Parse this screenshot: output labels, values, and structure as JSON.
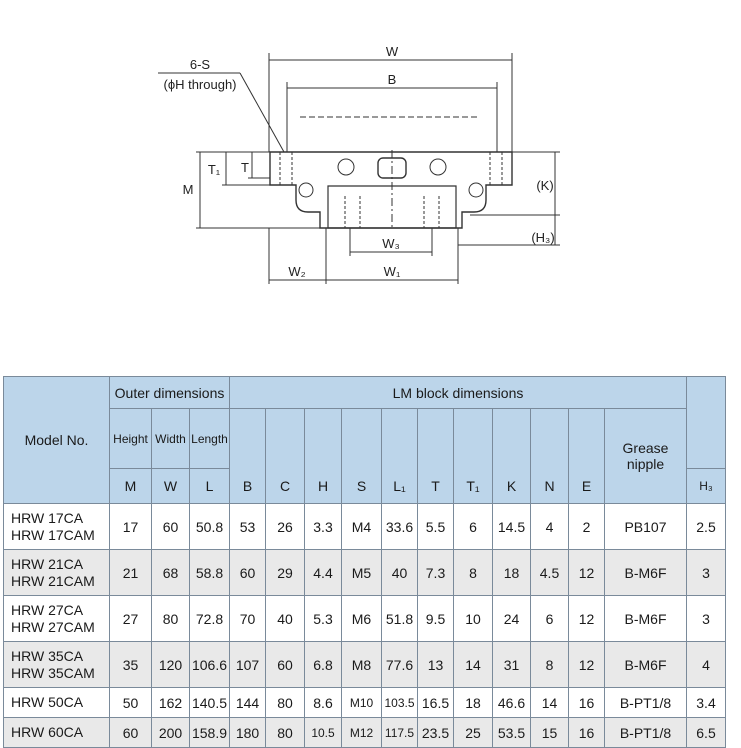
{
  "drawing": {
    "labels": {
      "w": "W",
      "b": "B",
      "holes": "6-S",
      "holes_note": "(ϕH through)",
      "t1": "T₁",
      "t": "T",
      "m": "M",
      "k": "(K)",
      "h3": "(H₃)",
      "w3": "W₃",
      "w2": "W₂",
      "w1": "W₁"
    }
  },
  "table": {
    "header": {
      "model": "Model No.",
      "outer": "Outer dimensions",
      "lm": "LM block dimensions",
      "outer_cols": [
        "Height",
        "Width",
        "Length"
      ],
      "grease": "Grease nipple",
      "symbols": [
        "M",
        "W",
        "L",
        "B",
        "C",
        "H",
        "S",
        "L₁",
        "T",
        "T₁",
        "K",
        "N",
        "E",
        "H₃"
      ]
    },
    "rows": [
      {
        "model": [
          "HRW 17CA",
          "HRW 17CAM"
        ],
        "M": "17",
        "W": "60",
        "L": "50.8",
        "B": "53",
        "C": "26",
        "H": "3.3",
        "S": "M4",
        "L1": "33.6",
        "T": "5.5",
        "T1": "6",
        "K": "14.5",
        "N": "4",
        "E": "2",
        "grease": "PB107",
        "H3": "2.5"
      },
      {
        "model": [
          "HRW 21CA",
          "HRW 21CAM"
        ],
        "M": "21",
        "W": "68",
        "L": "58.8",
        "B": "60",
        "C": "29",
        "H": "4.4",
        "S": "M5",
        "L1": "40",
        "T": "7.3",
        "T1": "8",
        "K": "18",
        "N": "4.5",
        "E": "12",
        "grease": "B-M6F",
        "H3": "3"
      },
      {
        "model": [
          "HRW 27CA",
          "HRW 27CAM"
        ],
        "M": "27",
        "W": "80",
        "L": "72.8",
        "B": "70",
        "C": "40",
        "H": "5.3",
        "S": "M6",
        "L1": "51.8",
        "T": "9.5",
        "T1": "10",
        "K": "24",
        "N": "6",
        "E": "12",
        "grease": "B-M6F",
        "H3": "3"
      },
      {
        "model": [
          "HRW 35CA",
          "HRW 35CAM"
        ],
        "M": "35",
        "W": "120",
        "L": "106.6",
        "B": "107",
        "C": "60",
        "H": "6.8",
        "S": "M8",
        "L1": "77.6",
        "T": "13",
        "T1": "14",
        "K": "31",
        "N": "8",
        "E": "12",
        "grease": "B-M6F",
        "H3": "4"
      },
      {
        "model": [
          "HRW 50CA"
        ],
        "M": "50",
        "W": "162",
        "L": "140.5",
        "B": "144",
        "C": "80",
        "H": "8.6",
        "S": "M10",
        "L1": "103.5",
        "T": "16.5",
        "T1": "18",
        "K": "46.6",
        "N": "14",
        "E": "16",
        "grease": "B-PT1/8",
        "H3": "3.4"
      },
      {
        "model": [
          "HRW 60CA"
        ],
        "M": "60",
        "W": "200",
        "L": "158.9",
        "B": "180",
        "C": "80",
        "H": "10.5",
        "S": "M12",
        "L1": "117.5",
        "T": "23.5",
        "T1": "25",
        "K": "53.5",
        "N": "15",
        "E": "16",
        "grease": "B-PT1/8",
        "H3": "6.5"
      }
    ]
  }
}
